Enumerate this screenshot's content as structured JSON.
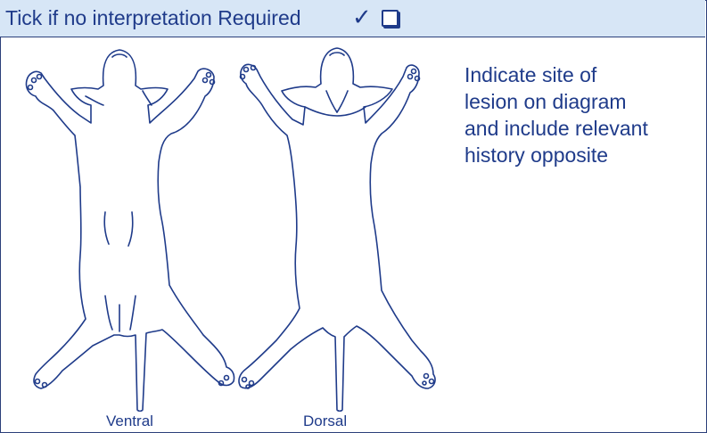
{
  "header": {
    "label": "Tick if no interpretation Required",
    "tick_symbol": "✓",
    "checkbox_checked": false
  },
  "instruction": {
    "lines": [
      "Indicate site of",
      "lesion on diagram",
      "and include relevant",
      "history opposite"
    ]
  },
  "figures": {
    "ventral_caption": "Ventral",
    "dorsal_caption": "Dorsal"
  },
  "colors": {
    "ink": "#1f3b8a",
    "header_background": "#d7e6f6",
    "border": "#2b3f7a"
  }
}
